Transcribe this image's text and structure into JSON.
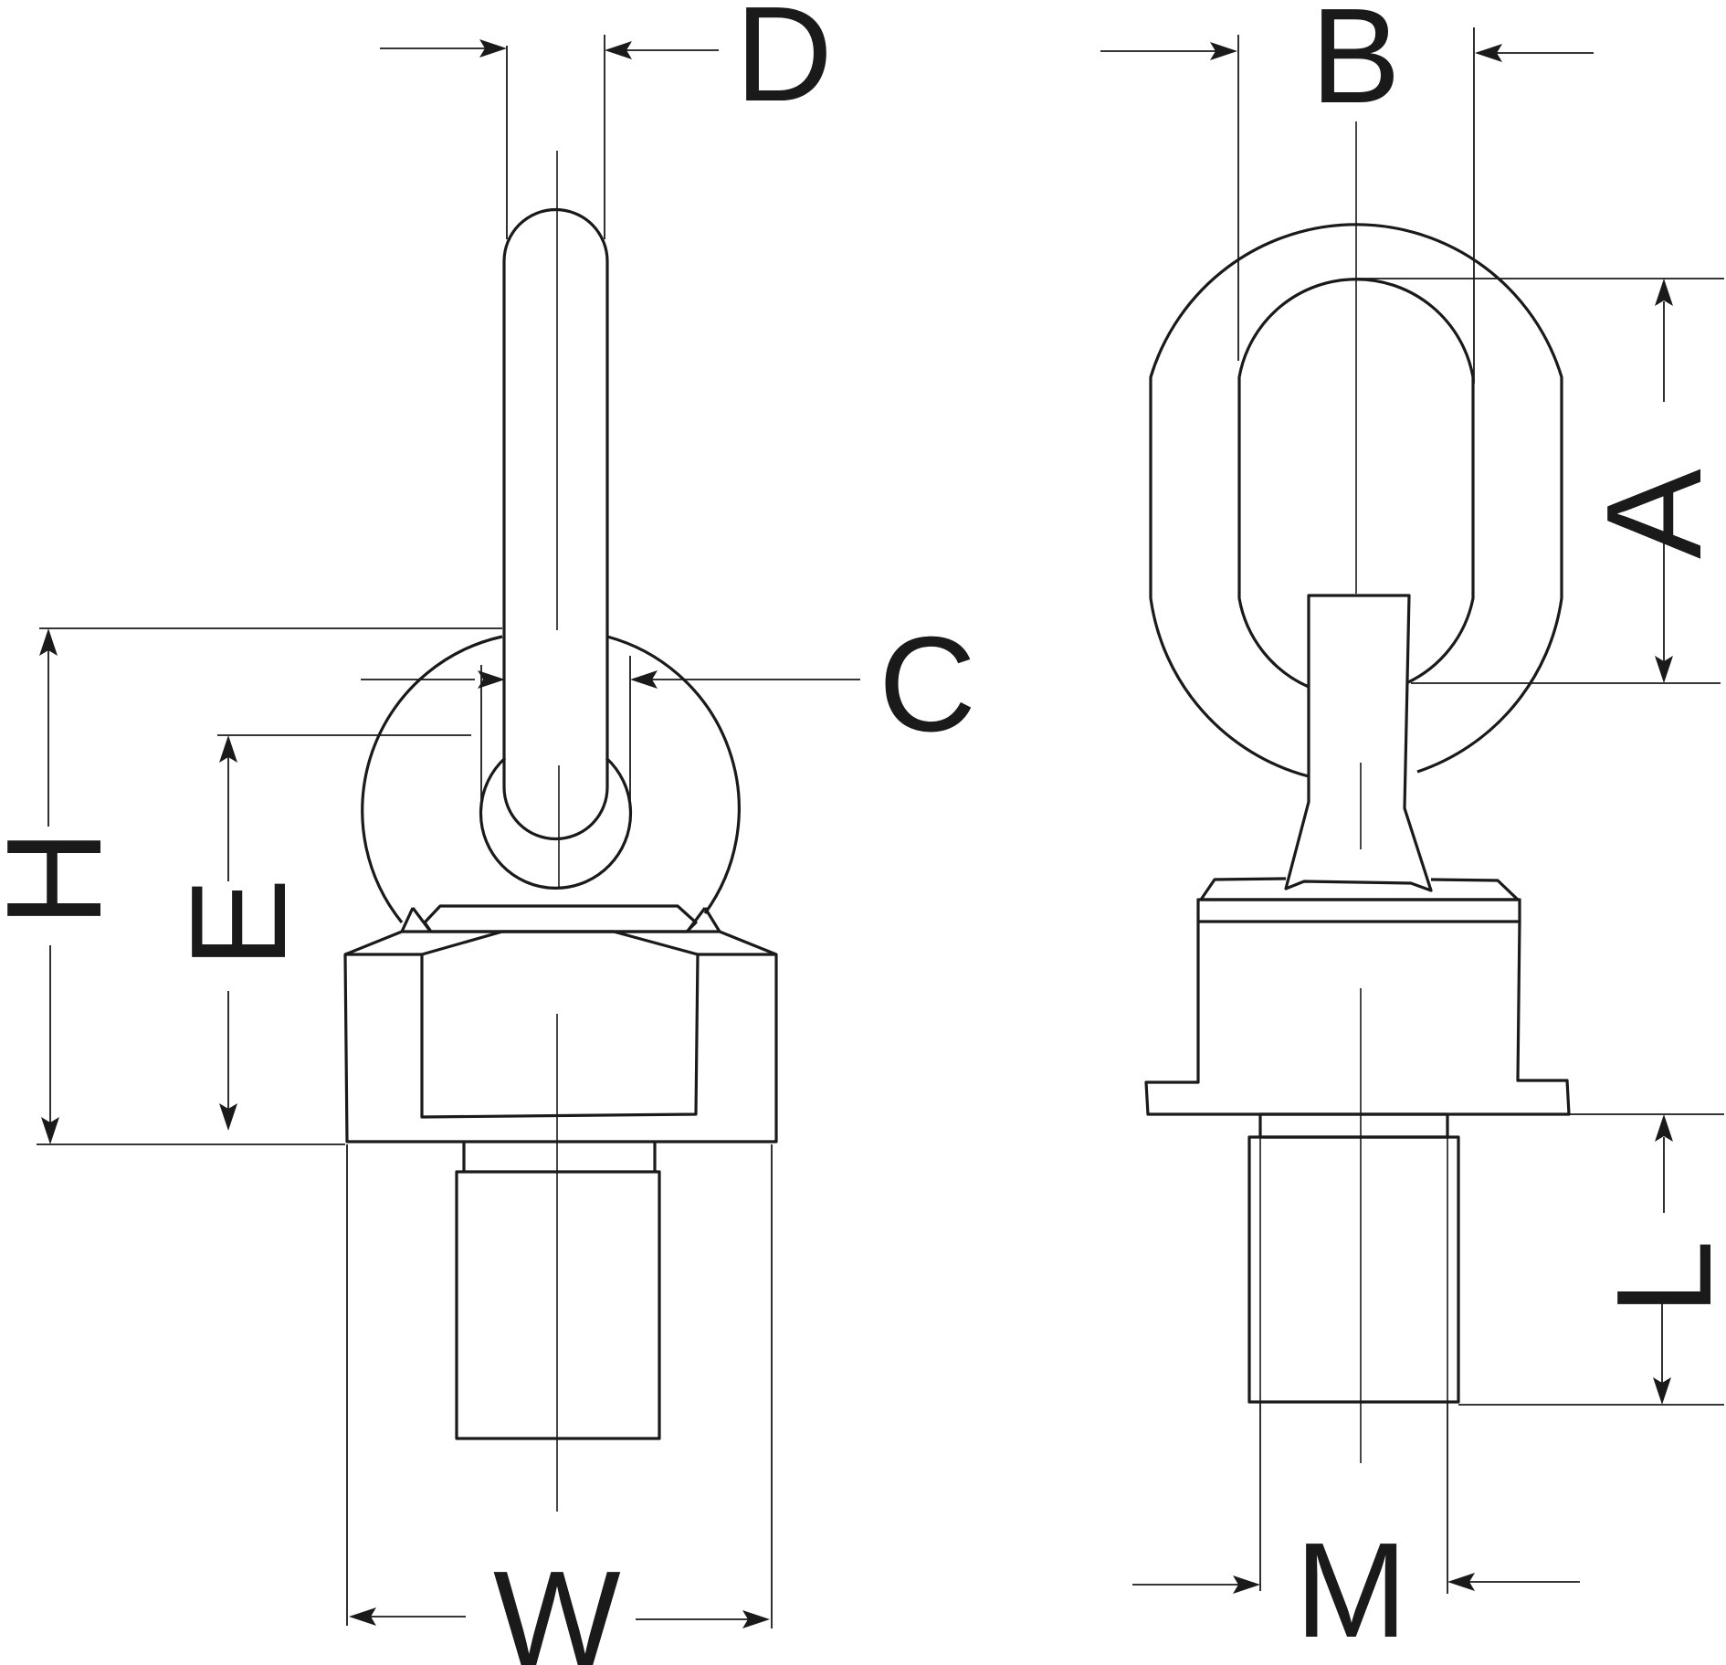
{
  "diagram": {
    "labels": {
      "D": "D",
      "B": "B",
      "C": "C",
      "A": "A",
      "H": "H",
      "E": "E",
      "W": "W",
      "L": "L",
      "M": "M"
    },
    "colors": {
      "line": "#1a1a1a",
      "background": "#ffffff"
    }
  }
}
